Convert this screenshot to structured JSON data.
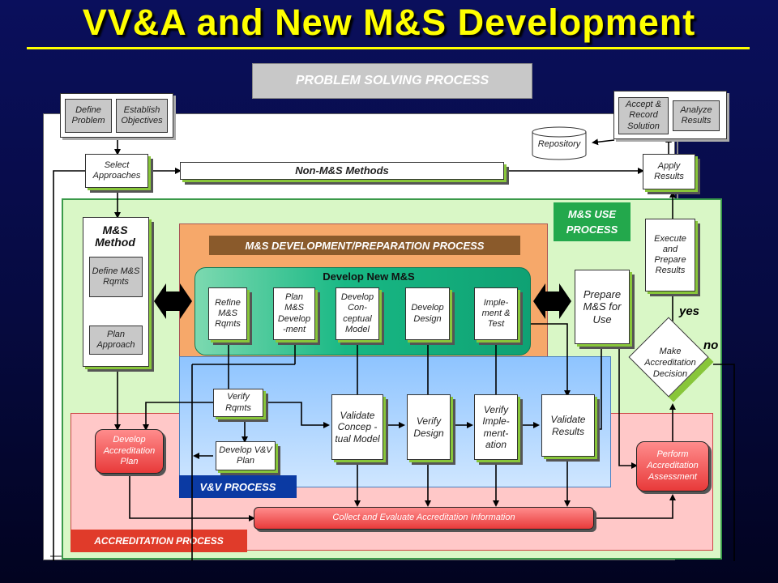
{
  "title": "VV&A and New M&S Development",
  "sections": {
    "problem_solving": "PROBLEM SOLVING PROCESS",
    "ms_use": "M&S  USE PROCESS",
    "ms_dev": "M&S DEVELOPMENT/PREPARATION PROCESS",
    "develop_new": "Develop New M&S",
    "vv": "V&V PROCESS",
    "accreditation": "ACCREDITATION PROCESS"
  },
  "boxes": {
    "define_problem": "Define Problem",
    "establish_objectives": "Establish Objectives",
    "accept_record": "Accept & Record Solution",
    "analyze_results": "Analyze Results",
    "repository": "Repository",
    "select_approaches": "Select Approaches",
    "non_ms_methods": "Non-M&S Methods",
    "apply_results": "Apply Results",
    "ms_method": "M&S Method",
    "define_ms_rqmts": "Define M&S Rqmts",
    "plan_approach": "Plan Approach",
    "refine_ms_rqmts": "Refine M&S Rqmts",
    "plan_ms_development": "Plan M&S Develop -ment",
    "develop_conceptual_model": "Develop Con- ceptual Model",
    "develop_design": "Develop Design",
    "implement_test": "Imple- ment & Test",
    "prepare_ms": "Prepare M&S for Use",
    "execute_prepare": "Execute and Prepare Results",
    "make_decision": "Make Accreditation Decision",
    "yes": "yes",
    "no": "no",
    "verify_rqmts": "Verify Rqmts",
    "develop_vv_plan": "Develop V&V Plan",
    "validate_conceptual": "Validate Concep -tual Model",
    "verify_design": "Verify Design",
    "verify_implementation": "Verify Imple- ment- ation",
    "validate_results": "Validate Results",
    "develop_acc_plan": "Develop Accreditation Plan",
    "perform_acc": "Perform Accreditation Assessment",
    "collect_evaluate": "Collect and Evaluate Accreditation Information"
  },
  "colors": {
    "title": "#ffff00",
    "background": "#0a0f5c",
    "use_green": "#d9f7c6",
    "dev_orange": "#f6a86a",
    "vv_blue": "#a8d2ff",
    "acc_pink": "#ffc8c8",
    "develop_new_teal": "#2cc59a",
    "header_brown": "#8a5a2b",
    "vv_navy": "#0b3aa3",
    "acc_red": "#e03b2a",
    "use_green_label": "#23a84c"
  }
}
